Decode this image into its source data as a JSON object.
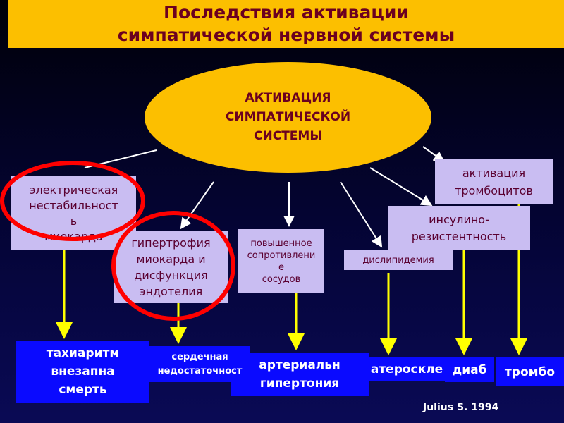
{
  "title": {
    "line1": "Последствия активации",
    "line2": "симпатической нервной системы"
  },
  "center": {
    "line1": "АКТИВАЦИЯ",
    "line2": "СИМПАТИЧЕСКОЙ",
    "line3": "СИСТЕМЫ"
  },
  "mechanisms": [
    {
      "lines": [
        "электрическая",
        "нестабильност",
        "ь",
        "миокарда"
      ]
    },
    {
      "lines": [
        "гипертрофия",
        "миокарда и",
        "дисфункция",
        "эндотелия"
      ]
    },
    {
      "lines": [
        "повышенное",
        "сопротивлени",
        "е",
        "сосудов"
      ]
    },
    {
      "lines": [
        "дислипидемия"
      ]
    },
    {
      "lines": [
        "инсулино-",
        "резистентность"
      ]
    },
    {
      "lines": [
        "активация",
        "тромбоцитов"
      ]
    }
  ],
  "outcomes": [
    {
      "lines": [
        "тахиаритм",
        "внезапна",
        "смерть"
      ]
    },
    {
      "lines": [
        "сердечная",
        "недостаточност"
      ]
    },
    {
      "lines": [
        "артериальн",
        "гипертония"
      ]
    },
    {
      "lines": [
        "атероскле"
      ]
    },
    {
      "lines": [
        "диаб"
      ]
    },
    {
      "lines": [
        "тромбо"
      ]
    }
  ],
  "citation": "Julius S. 1994",
  "colors": {
    "title_bg": "#fcbf00",
    "text": "#6b0020",
    "box": "#c9bdf2",
    "outcome": "#0a0aff",
    "arrow": "#ffff00",
    "highlight": "#ff0000"
  }
}
